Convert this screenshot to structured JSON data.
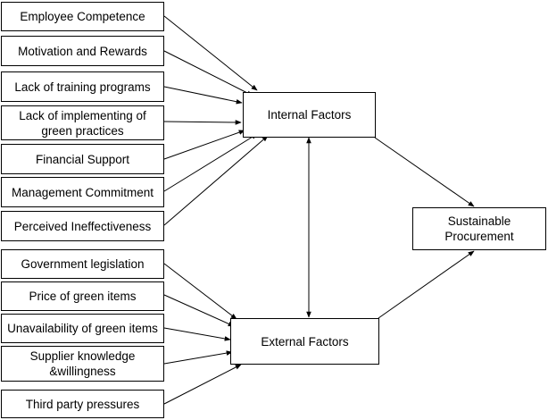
{
  "internal_factors": {
    "label": "Internal Factors",
    "items": [
      "Employee Competence",
      "Motivation and Rewards",
      "Lack of training programs",
      "Lack of implementing of\ngreen practices",
      "Financial Support",
      "Management Commitment",
      "Perceived Ineffectiveness"
    ]
  },
  "external_factors": {
    "label": "External Factors",
    "items": [
      "Government legislation",
      "Price of green items",
      "Unavailability of green items",
      "Supplier knowledge\n&willingness",
      "Third party pressures"
    ]
  },
  "outcome": {
    "label": "Sustainable\nProcurement"
  }
}
